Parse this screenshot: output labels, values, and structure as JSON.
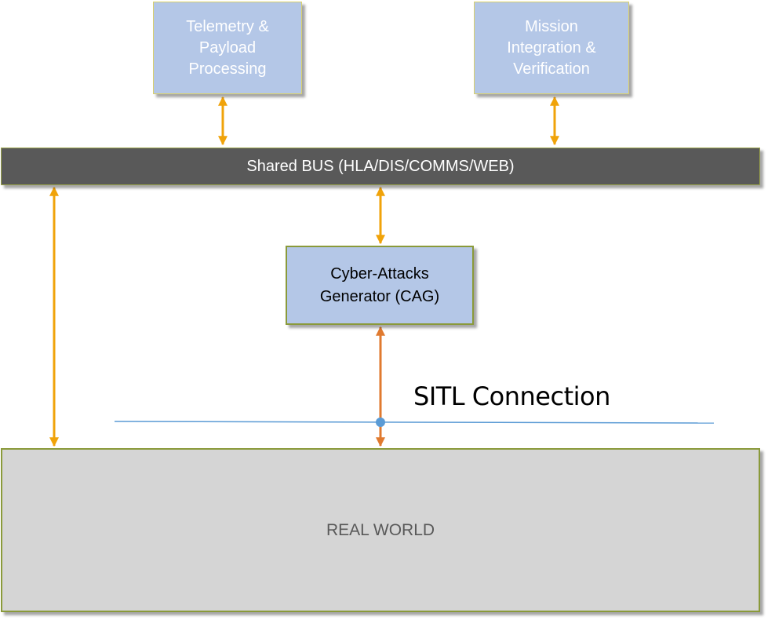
{
  "nodes": {
    "telemetry": "Telemetry &\nPayload\nProcessing",
    "mission": "Mission\nIntegration &\nVerification",
    "bus": "Shared BUS (HLA/DIS/COMMS/WEB)",
    "cag": "Cyber-Attacks\nGenerator (CAG)",
    "real_world": "REAL WORLD"
  },
  "annotations": {
    "sitl": "SITL Connection"
  },
  "colors": {
    "box_fill": "#b4c7e7",
    "bus_fill": "#595959",
    "real_world_fill": "#d5d5d5",
    "arrow_orange": "#f0a30a",
    "arrow_dark_orange": "#e07a2f",
    "sitl_line": "#5b9bd5"
  }
}
